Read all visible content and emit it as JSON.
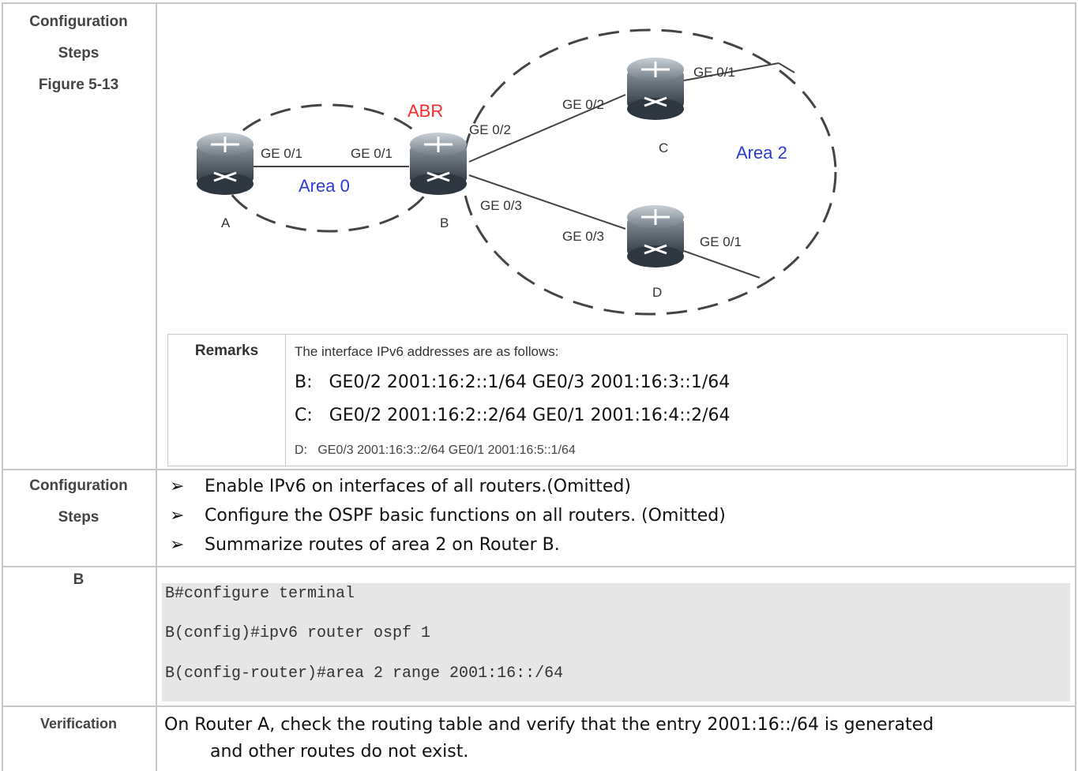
{
  "rows": {
    "figure_label": [
      "Configuration",
      "Steps",
      "Figure 5-13"
    ],
    "steps_label": [
      "Configuration",
      "Steps"
    ],
    "b_label": "B",
    "verification_label": "Verification"
  },
  "diagram": {
    "abr": "ABR",
    "area0": "Area 0",
    "area2": "Area 2",
    "routers": [
      "A",
      "B",
      "C",
      "D"
    ],
    "ports": {
      "a_ge01": "GE 0/1",
      "b_ge01": "GE 0/1",
      "b_ge02": "GE 0/2",
      "b_ge03": "GE 0/3",
      "c_ge02": "GE 0/2",
      "c_ge01": "GE 0/1",
      "d_ge03": "GE 0/3",
      "d_ge01": "GE 0/1"
    },
    "colors": {
      "abr": "#ff2a2a",
      "area": "#2a3bd6",
      "line": "#444444"
    }
  },
  "remarks": {
    "label": "Remarks",
    "intro": "The interface IPv6 addresses are as follows:",
    "lines": [
      {
        "key": "B:",
        "text": "GE0/2 2001:16:2::1/64 GE0/3 2001:16:3::1/64"
      },
      {
        "key": "C:",
        "text": "GE0/2 2001:16:2::2/64 GE0/1 2001:16:4::2/64"
      },
      {
        "key": "D:",
        "text": "GE0/3 2001:16:3::2/64 GE0/1 2001:16:5::1/64"
      }
    ]
  },
  "steps": [
    "Enable IPv6 on interfaces of all routers.(Omitted)",
    "Configure the OSPF basic functions on all routers. (Omitted)",
    "Summarize routes of area 2 on Router B."
  ],
  "steps_bullet": "➢",
  "code": [
    "B#configure terminal",
    "B(config)#ipv6 router ospf 1",
    "B(config-router)#area 2 range 2001:16::/64"
  ],
  "verification": {
    "line1": "On Router A, check the routing table and verify that the entry 2001:16::/64 is generated",
    "line2": "and other routes do not exist."
  }
}
